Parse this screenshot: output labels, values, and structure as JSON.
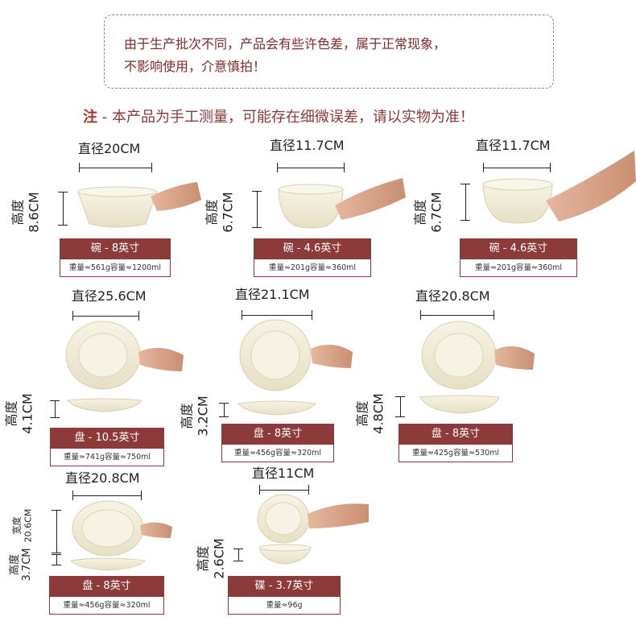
{
  "notice": {
    "line1": "由于生产批次不同，产品会有些许色差，属于正常现象，",
    "line2": "不影响使用，介意慎拍！"
  },
  "note": {
    "prefix": "注",
    "text": " - 本产品为手工测量，可能存在细微误差，请以实物为准！"
  },
  "height_label": "高度",
  "width_label": "宽度",
  "products": [
    {
      "diameter": "直径20CM",
      "height": "8.6CM",
      "name": "碗 - 8英寸",
      "spec": "重量≈561g容量≈1200ml"
    },
    {
      "diameter": "直径11.7CM",
      "height": "6.7CM",
      "name": "碗 - 4.6英寸",
      "spec": "重量≈201g容量≈360ml"
    },
    {
      "diameter": "直径11.7CM",
      "height": "6.7CM",
      "name": "碗 - 4.6英寸",
      "spec": "重量≈201g容量≈360ml"
    },
    {
      "diameter": "直径25.6CM",
      "height": "4.1CM",
      "name": "盘 - 10.5英寸",
      "spec": "重量≈741g容量≈750ml"
    },
    {
      "diameter": "直径21.1CM",
      "height": "3.2CM",
      "name": "盘 - 8英寸",
      "spec": "重量≈456g容量≈320ml"
    },
    {
      "diameter": "直径20.8CM",
      "height": "4.8CM",
      "name": "盘 - 8英寸",
      "spec": "重量≈425g容量≈530ml"
    },
    {
      "diameter": "直径20.8CM",
      "width": "20.6CM",
      "height": "3.7CM",
      "name": "盘 - 8英寸",
      "spec": "重量≈456g容量≈320ml"
    },
    {
      "diameter": "直径11CM",
      "height": "2.6CM",
      "name": "碟 - 3.7英寸",
      "spec": "重量≈96g"
    }
  ],
  "colors": {
    "brand": "#8c3b3a",
    "notice_text": "#7e2b28",
    "ceramic": "#f3eedb",
    "hand": "#d9a48a"
  }
}
